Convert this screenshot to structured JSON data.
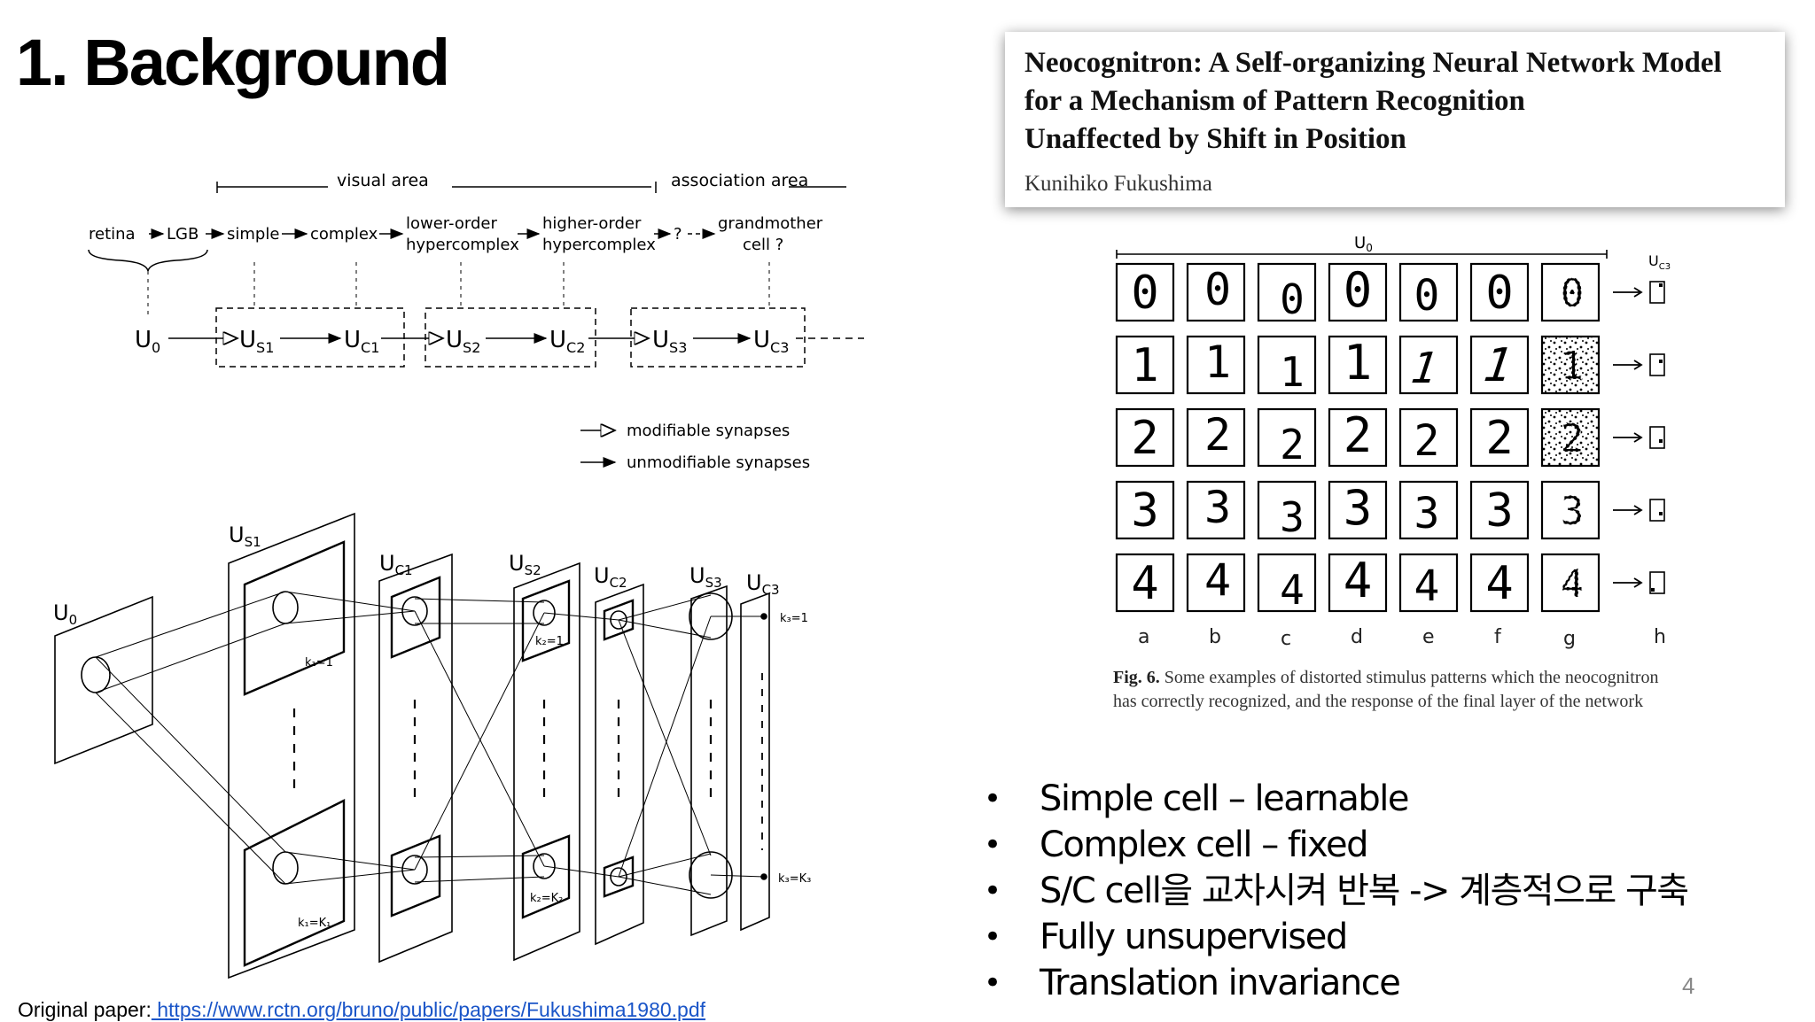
{
  "slide": {
    "title": "1. Background",
    "page_number": "4"
  },
  "hierarchy_diagram": {
    "area_labels": [
      "visual area",
      "association area"
    ],
    "stages": [
      "retina",
      "LGB",
      "simple",
      "complex",
      "lower-order",
      "hypercomplex",
      "higher-order",
      "hypercomplex",
      "?",
      "grandmother",
      "cell ?"
    ],
    "layers": [
      "U",
      "0",
      "U",
      "S1",
      "U",
      "C1",
      "U",
      "S2",
      "U",
      "C2",
      "U",
      "S3",
      "U",
      "C3"
    ],
    "legend": [
      "modifiable synapses",
      "unmodifiable synapses"
    ]
  },
  "network_diagram": {
    "layer_labels": [
      "U",
      "0",
      "U",
      "S1",
      "U",
      "C1",
      "U",
      "S2",
      "U",
      "C2",
      "U",
      "S3",
      "U",
      "C3"
    ],
    "plane_labels": [
      "k₁=1",
      "k₁=K₁",
      "k₂=1",
      "k₂=K₂",
      "k₃=1",
      "k₃=K₃"
    ]
  },
  "paper": {
    "title_lines": [
      "Neocognitron: A Self-organizing Neural Network Model",
      "for a Mechanism of Pattern Recognition",
      "Unaffected by Shift in Position"
    ],
    "author": "Kunihiko Fukushima"
  },
  "figure6": {
    "input_label": "U",
    "input_label_sub": "0",
    "output_label": "U",
    "output_label_sub": "C3",
    "column_labels": [
      "a",
      "b",
      "c",
      "d",
      "e",
      "f",
      "g",
      "h"
    ],
    "rows": [
      "0",
      "1",
      "2",
      "3",
      "4"
    ],
    "caption_label": "Fig. 6.",
    "caption_text": " Some examples of distorted stimulus patterns which the neocognitron has correctly recognized, and the response of the final layer of the network"
  },
  "bullets": [
    "Simple cell – learnable",
    "Complex cell – fixed",
    "S/C cell을 교차시켜 반복 -> 계층적으로 구축",
    "Fully unsupervised",
    "Translation invariance"
  ],
  "source": {
    "label": "Original paper:",
    "url": " https://www.rctn.org/bruno/public/papers/Fukushima1980.pdf"
  }
}
